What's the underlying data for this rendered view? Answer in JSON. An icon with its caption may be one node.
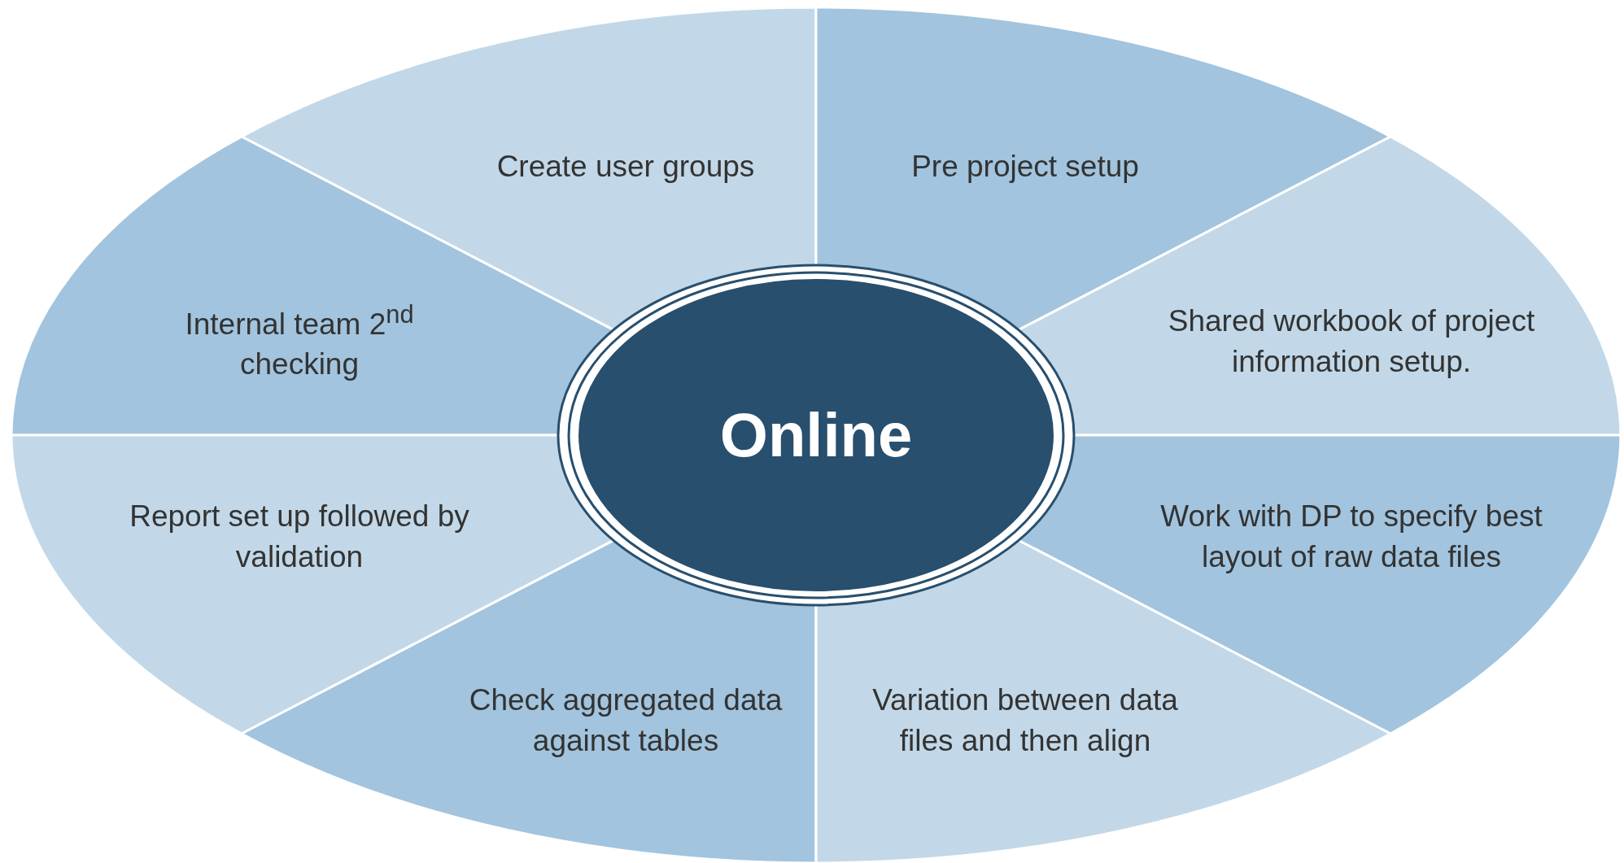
{
  "diagram": {
    "nodes": [
      {
        "text": [
          "Online"
        ]
      },
      {
        "text": [
          "Create user groups"
        ]
      },
      {
        "text": [
          "Pre project setup"
        ]
      },
      {
        "text": [
          "Internal team 2$^{nd}$ checking"
        ]
      },
      {
        "text": [
          "Shared workbook of project information setup."
        ]
      },
      {
        "text": [
          "Report set up followed by validation"
        ]
      },
      {
        "text": [
          "Work with DP to specify best layout of raw data files"
        ]
      },
      {
        "text": [
          "Check aggregated data against tables"
        ]
      },
      {
        "text": [
          "Variation between data files and then align"
        ]
      }
    ],
    "edges": []
  }
}
